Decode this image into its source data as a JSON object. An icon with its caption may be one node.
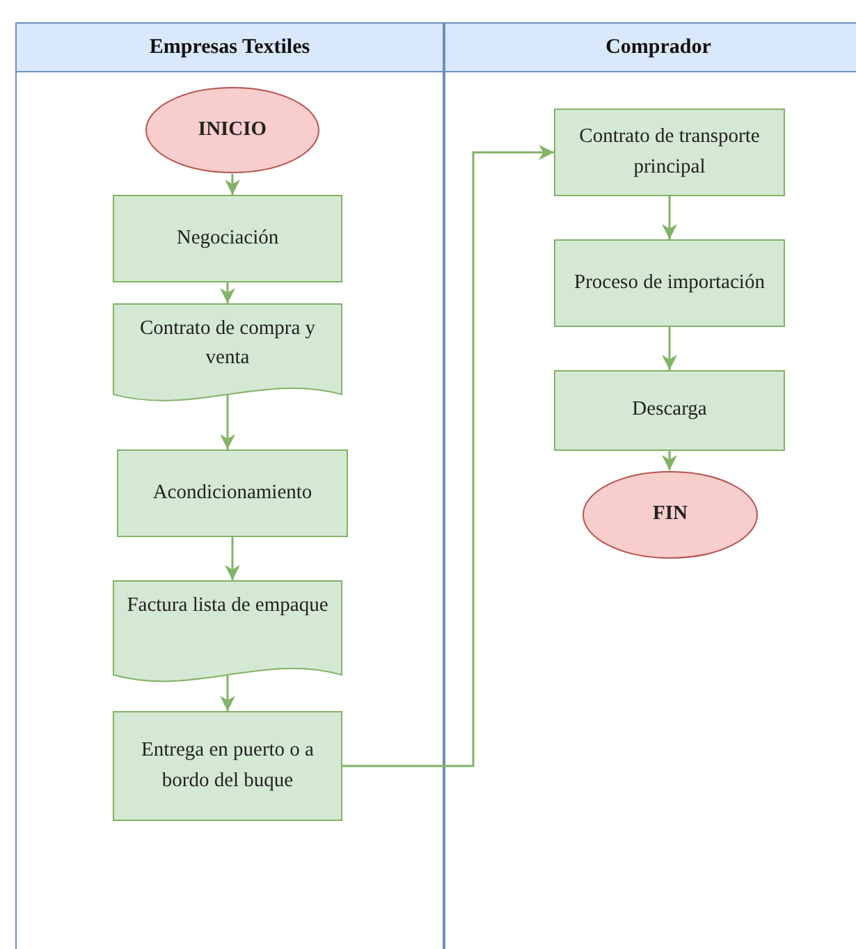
{
  "diagram": {
    "nodes": [
      {
        "text": [
          "Empresas Textiles"
        ]
      },
      {
        "text": [
          "INICIO"
        ],
        "in": 0
      },
      {
        "text": [
          "Negociación"
        ],
        "in": 0
      },
      {
        "text": [
          "Contrato de compra y venta"
        ],
        "in": 0
      },
      {
        "text": [
          "Acondicionamiento"
        ],
        "in": 0
      },
      {
        "text": [
          "Factura lista de empaque"
        ],
        "in": 0
      },
      {
        "text": [
          "Entrega en puerto o a bordo del buque"
        ],
        "in": 0
      },
      {
        "text": [
          "Comprador"
        ]
      },
      {
        "text": [
          "Contrato de transporte principal"
        ],
        "in": 7
      },
      {
        "text": [
          "Proceso de importación"
        ],
        "in": 7
      },
      {
        "text": [
          "Descarga"
        ],
        "in": 7
      },
      {
        "text": [
          "FIN"
        ],
        "in": 7
      }
    ],
    "edges": [
      {
        "from": 1,
        "to": 2,
        "arrow": "to"
      },
      {
        "from": 2,
        "to": 3,
        "arrow": "to"
      },
      {
        "from": 3,
        "to": 4,
        "arrow": "to"
      },
      {
        "from": 4,
        "to": 5,
        "arrow": "to"
      },
      {
        "from": 5,
        "to": 6,
        "arrow": "to"
      },
      {
        "from": 6,
        "to": 8,
        "arrow": "to"
      },
      {
        "from": 8,
        "to": 9,
        "arrow": "to"
      },
      {
        "from": 9,
        "to": 10,
        "arrow": "to"
      },
      {
        "from": 10,
        "to": 11,
        "arrow": "to"
      }
    ]
  }
}
